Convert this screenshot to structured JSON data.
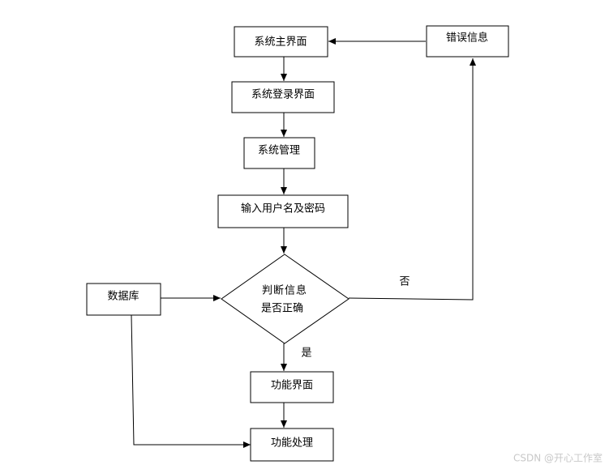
{
  "nodes": {
    "main_ui": "系统主界面",
    "error_info": "错误信息",
    "login_ui": "系统登录界面",
    "system_mgmt": "系统管理",
    "input_credentials": "输入用户名及密码",
    "decision_line1": "判断信息",
    "decision_line2": "是否正确",
    "database": "数据库",
    "function_ui": "功能界面",
    "function_processing": "功能处理"
  },
  "edge_labels": {
    "no": "否",
    "yes": "是"
  },
  "watermark": "CSDN @开心工作室"
}
